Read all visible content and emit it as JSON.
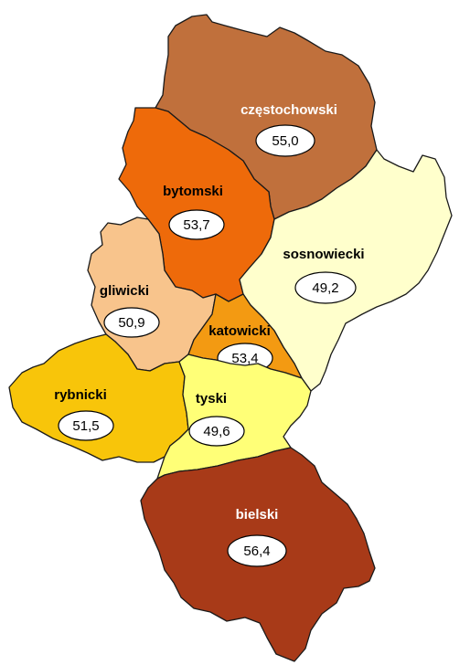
{
  "map": {
    "regions": [
      {
        "key": "czestochowski",
        "name": "częstochowski",
        "value": "55,0",
        "color": "#c0703c",
        "label_color": "#ffffff"
      },
      {
        "key": "bytomski",
        "name": "bytomski",
        "value": "53,7",
        "color": "#ee6a0a",
        "label_color": "#000000"
      },
      {
        "key": "sosnowiecki",
        "name": "sosnowiecki",
        "value": "49,2",
        "color": "#ffffcc",
        "label_color": "#000000"
      },
      {
        "key": "gliwicki",
        "name": "gliwicki",
        "value": "50,9",
        "color": "#f8c48c",
        "label_color": "#000000"
      },
      {
        "key": "katowicki",
        "name": "katowicki",
        "value": "53,4",
        "color": "#f39a12",
        "label_color": "#000000"
      },
      {
        "key": "rybnicki",
        "name": "rybnicki",
        "value": "51,5",
        "color": "#f8c50a",
        "label_color": "#000000"
      },
      {
        "key": "tyski",
        "name": "tyski",
        "value": "49,6",
        "color": "#ffff77",
        "label_color": "#000000"
      },
      {
        "key": "bielski",
        "name": "bielski",
        "value": "56,4",
        "color": "#a83a18",
        "label_color": "#ffffff"
      }
    ]
  }
}
